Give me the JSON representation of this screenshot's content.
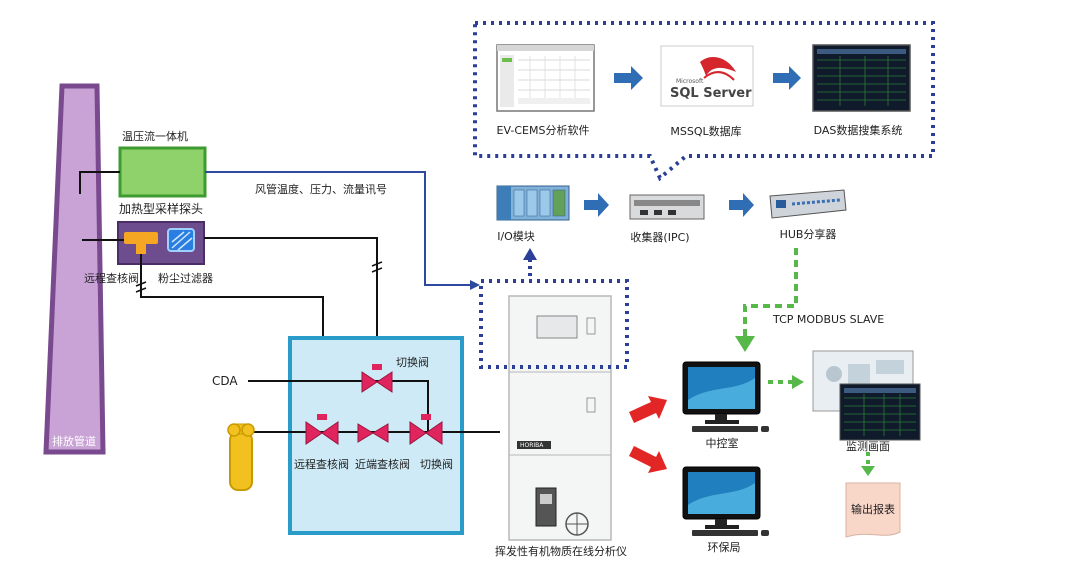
{
  "labels": {
    "stack": "排放管道",
    "tpf_unit": "温压流一体机",
    "probe": "加热型采样探头",
    "remote_check_valve_top": "远程查核阀",
    "dust_filter": "粉尘过滤器",
    "duct_signal": "风管温度、压力、流量讯号",
    "cda": "CDA",
    "switch_valve_top": "切换阀",
    "remote_check_valve": "远程查核阀",
    "near_check_valve": "近端查核阀",
    "switch_valve": "切换阀",
    "analyzer": "挥发性有机物质在线分析仪",
    "analyzer_brand": "HORIBA",
    "io_module": "I/O模块",
    "ipc": "收集器(IPC)",
    "hub": "HUB分享器",
    "tcp": "TCP MODBUS SLAVE",
    "control_room": "中控室",
    "epb": "环保局",
    "monitor_screen": "监测画面",
    "report": "输出报表",
    "software": "EV-CEMS分析软件",
    "mssql": "MSSQL数据库",
    "das": "DAS数据搜集系统",
    "sql_logo_small": "Microsoft",
    "sql_logo": "SQL Server"
  },
  "colors": {
    "stack_fill": "#c9a3d6",
    "stack_stroke": "#7a4a8f",
    "tpf_fill": "#8fd16a",
    "tpf_stroke": "#3d9b2f",
    "probe_fill": "#6e4d8e",
    "valve_pink": "#e0245e",
    "cabinet_fill": "#cdeaf6",
    "cabinet_stroke": "#2a9cc9",
    "signal_blue": "#2e4a9f",
    "arrow_blue": "#2f6db5",
    "dotted_blue": "#2b3f99",
    "arrow_red": "#e22626",
    "arrow_green": "#55b848",
    "gas_cylinder": "#f2c11f"
  }
}
